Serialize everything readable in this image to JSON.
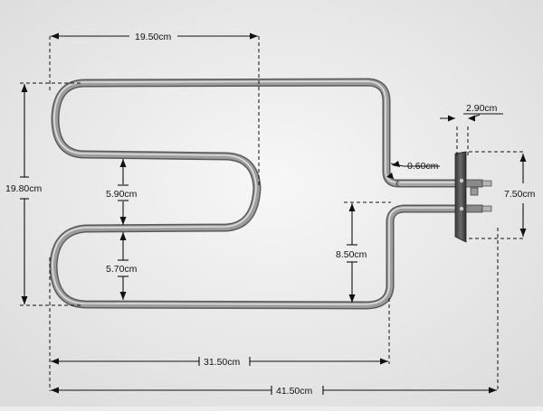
{
  "diagram": {
    "background": "#ececec",
    "element_color": "#8e8e8e",
    "dimensions": {
      "top_width": "19.50cm",
      "terminal_width": "2.90cm",
      "overall_height": "19.80cm",
      "tube_diameter": "0.60cm",
      "upper_gap": "5.90cm",
      "bracket_height": "7.50cm",
      "lower_gap": "5.70cm",
      "right_leg_height": "8.50cm",
      "inner_length": "31.50cm",
      "overall_length": "41.50cm"
    }
  }
}
